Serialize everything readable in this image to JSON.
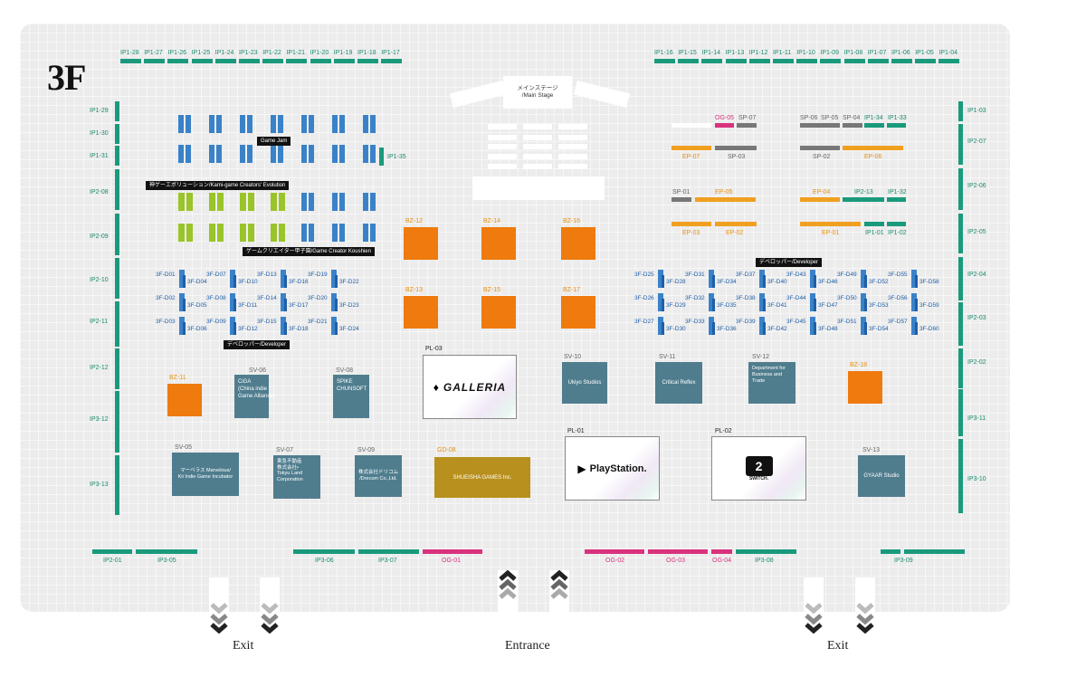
{
  "floor_label": "3F",
  "stage": {
    "title": "メインステージ\n/Main Stage"
  },
  "top_left_booths": [
    "IP1-28",
    "IP1-27",
    "IP1-26",
    "IP1-25",
    "IP1-24",
    "IP1-23",
    "IP1-22",
    "IP1-21",
    "IP1-20",
    "IP1-19",
    "IP1-18",
    "IP1-17"
  ],
  "top_right_booths": [
    "IP1-16",
    "IP1-15",
    "IP1-14",
    "IP1-13",
    "IP1-12",
    "IP1-11",
    "IP1-10",
    "IP1-09",
    "IP1-08",
    "IP1-07",
    "IP1-06",
    "IP1-05",
    "IP1-04"
  ],
  "left_side": [
    "IP1-29",
    "IP1-30",
    "IP1-31",
    "IP2-08",
    "IP2-09",
    "IP2-10",
    "IP2-11",
    "IP2-12",
    "IP3-12",
    "IP3-13"
  ],
  "right_side": [
    "IP1-03",
    "IP2-07",
    "IP2-06",
    "IP2-05",
    "IP2-04",
    "IP2-03",
    "IP2-02",
    "IP3-11",
    "IP3-10"
  ],
  "ip1_35": "IP1-35",
  "zone_labels": {
    "game_jam": "Game Jam",
    "kamigame": "神ゲーエボリューション/Kami-game Creators' Evolution",
    "koushien": "ゲームクリエイター甲子園/Game Creator Koushien",
    "developer_left": "デベロッパー/Developer",
    "developer_right": "デベロッパー/Developer"
  },
  "bz_booths": [
    "BZ-11",
    "BZ-12",
    "BZ-13",
    "BZ-14",
    "BZ-15",
    "BZ-16",
    "BZ-17",
    "BZ-18"
  ],
  "left_dev_grid": [
    [
      "3F-D01",
      "3F-D07",
      "3F-D13",
      "3F-D19"
    ],
    [
      "3F-D04",
      "3F-D10",
      "3F-D16",
      "3F-D22"
    ],
    [
      "3F-D02",
      "3F-D08",
      "3F-D14",
      "3F-D20"
    ],
    [
      "3F-D05",
      "3F-D11",
      "3F-D17",
      "3F-D23"
    ],
    [
      "3F-D03",
      "3F-D09",
      "3F-D15",
      "3F-D21"
    ],
    [
      "3F-D06",
      "3F-D12",
      "3F-D18",
      "3F-D24"
    ]
  ],
  "right_dev_grid": [
    [
      "3F-D25",
      "3F-D31",
      "3F-D37",
      "3F-D43",
      "3F-D49",
      "3F-D55"
    ],
    [
      "3F-D28",
      "3F-D34",
      "3F-D40",
      "3F-D46",
      "3F-D52",
      "3F-D58"
    ],
    [
      "3F-D26",
      "3F-D32",
      "3F-D38",
      "3F-D44",
      "3F-D50",
      "3F-D56"
    ],
    [
      "3F-D29",
      "3F-D35",
      "3F-D41",
      "3F-D47",
      "3F-D53",
      "3F-D59"
    ],
    [
      "3F-D27",
      "3F-D33",
      "3F-D39",
      "3F-D45",
      "3F-D51",
      "3F-D57"
    ],
    [
      "3F-D30",
      "3F-D36",
      "3F-D42",
      "3F-D48",
      "3F-D54",
      "3F-D60"
    ]
  ],
  "sp_area": {
    "og05": "OG-05",
    "sp07": "SP-07",
    "ep07": "EP-07",
    "sp03": "SP-03",
    "sp06": "SP-06",
    "sp05": "SP-05",
    "sp04": "SP-04",
    "ip134": "IP1-34",
    "ip133": "IP1-33",
    "sp02": "SP-02",
    "ep06": "EP-06",
    "sp01": "SP-01",
    "ep05": "EP-05",
    "ep04": "EP-04",
    "ip213": "IP2-13",
    "ip132": "IP1-32",
    "ep03": "EP-03",
    "ep02": "EP-02",
    "ep01": "EP-01",
    "ip101": "IP1-01",
    "ip102": "IP1-02"
  },
  "sv_booths": {
    "sv06": {
      "code": "SV-06",
      "name": "CiGA\n(China indie\nGame Alliance)"
    },
    "sv08": {
      "code": "SV-08",
      "name": "SPIKE\nCHUNSOFT"
    },
    "sv10": {
      "code": "SV-10",
      "name": "Ukiyo Studios"
    },
    "sv11": {
      "code": "SV-11",
      "name": "Critical Reflex"
    },
    "sv12": {
      "code": "SV-12",
      "name": "Department for\nBusiness and\nTrade"
    },
    "sv05": {
      "code": "SV-05",
      "name": "マーベラス Marvelous/\nKii Indie Game Incubator"
    },
    "sv07": {
      "code": "SV-07",
      "name": "東急不動産\n株式会社•\nTokyu Land\nCorporation"
    },
    "sv09": {
      "code": "SV-09",
      "name": "株式会社ドリコム\n/Drecom Co.,Ltd."
    },
    "gd08": {
      "code": "GD-08",
      "name": "SHUEISHA GAMES Inc."
    },
    "sv13": {
      "code": "SV-13",
      "name": "GYAAR Studio"
    }
  },
  "pl_booths": {
    "pl03": {
      "code": "PL-03",
      "name": "GALLERIA"
    },
    "pl01": {
      "code": "PL-01",
      "name": "PlayStation."
    },
    "pl02": {
      "code": "PL-02",
      "name": "SWITCH."
    }
  },
  "bottom_booths": [
    "IP2-01",
    "IP3-05",
    "IP3-06",
    "IP3-07",
    "OG-01",
    "OG-02",
    "OG-03",
    "OG-04",
    "IP3-08",
    "IP3-09"
  ],
  "footer": {
    "exit_left": "Exit",
    "entrance": "Entrance",
    "exit_right": "Exit"
  },
  "colors": {
    "green": "#1a9a7c",
    "pink": "#d9327e",
    "orange": "#ef7a0e",
    "amber": "#f0a020",
    "blue": "#3a82c8",
    "lime": "#9ac42a",
    "sv": "#4f7d8e",
    "gold": "#b8901e"
  }
}
